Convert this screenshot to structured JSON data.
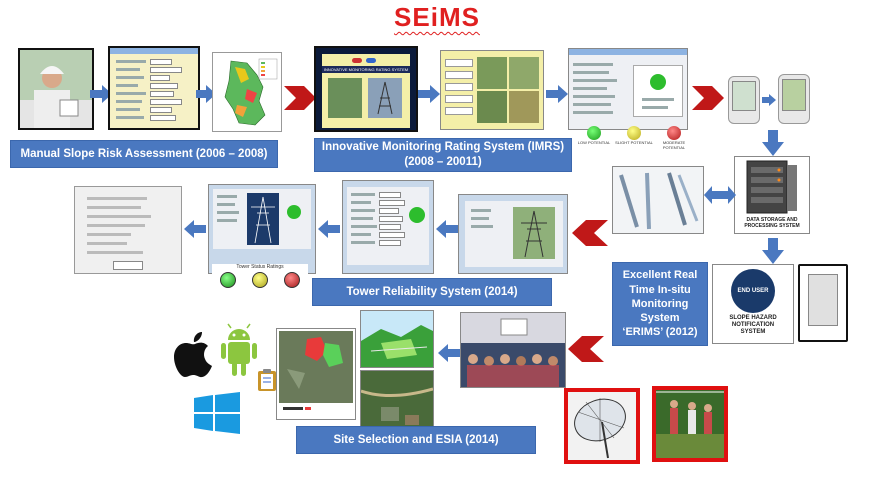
{
  "title": "SEiMS",
  "labels": {
    "msra": "Manual Slope Risk Assessment (2006 – 2008)",
    "imrs_line1": "Innovative Monitoring Rating System (IMRS)",
    "imrs_line2": "(2008 – 20011)",
    "trs": "Tower Reliability System (2014)",
    "erims": "Excellent Real\nTime In-situ\nMonitoring\nSystem\n‘ERIMS’ (2012)",
    "site": "Site Selection and ESIA (2014)"
  },
  "screens": {
    "imrs_banner": "INNOVATIVE MONITORING RATING SYSTEM",
    "data_storage": "DATA STORAGE AND PROCESSING SYSTEM",
    "end_user": "END USER",
    "slope_hazard_1": "SLOPE HAZARD",
    "slope_hazard_2": "NOTIFICATION",
    "slope_hazard_3": "SYSTEM",
    "low_potential": "LOW POTENTIAL",
    "slight_potential": "SLIGHT POTENTIAL",
    "moderate_potential": "MODERATE POTENTIAL",
    "tower_status": "Tower Status Ratings"
  },
  "colors": {
    "label_bg": "#4a78c0",
    "arrow_blue": "#4a78c0",
    "arrow_red": "#c01818",
    "title_red": "#e02020"
  },
  "icons": [
    "apple-icon",
    "android-icon",
    "windows-icon",
    "clipboard-icon",
    "satellite-dish-icon"
  ]
}
